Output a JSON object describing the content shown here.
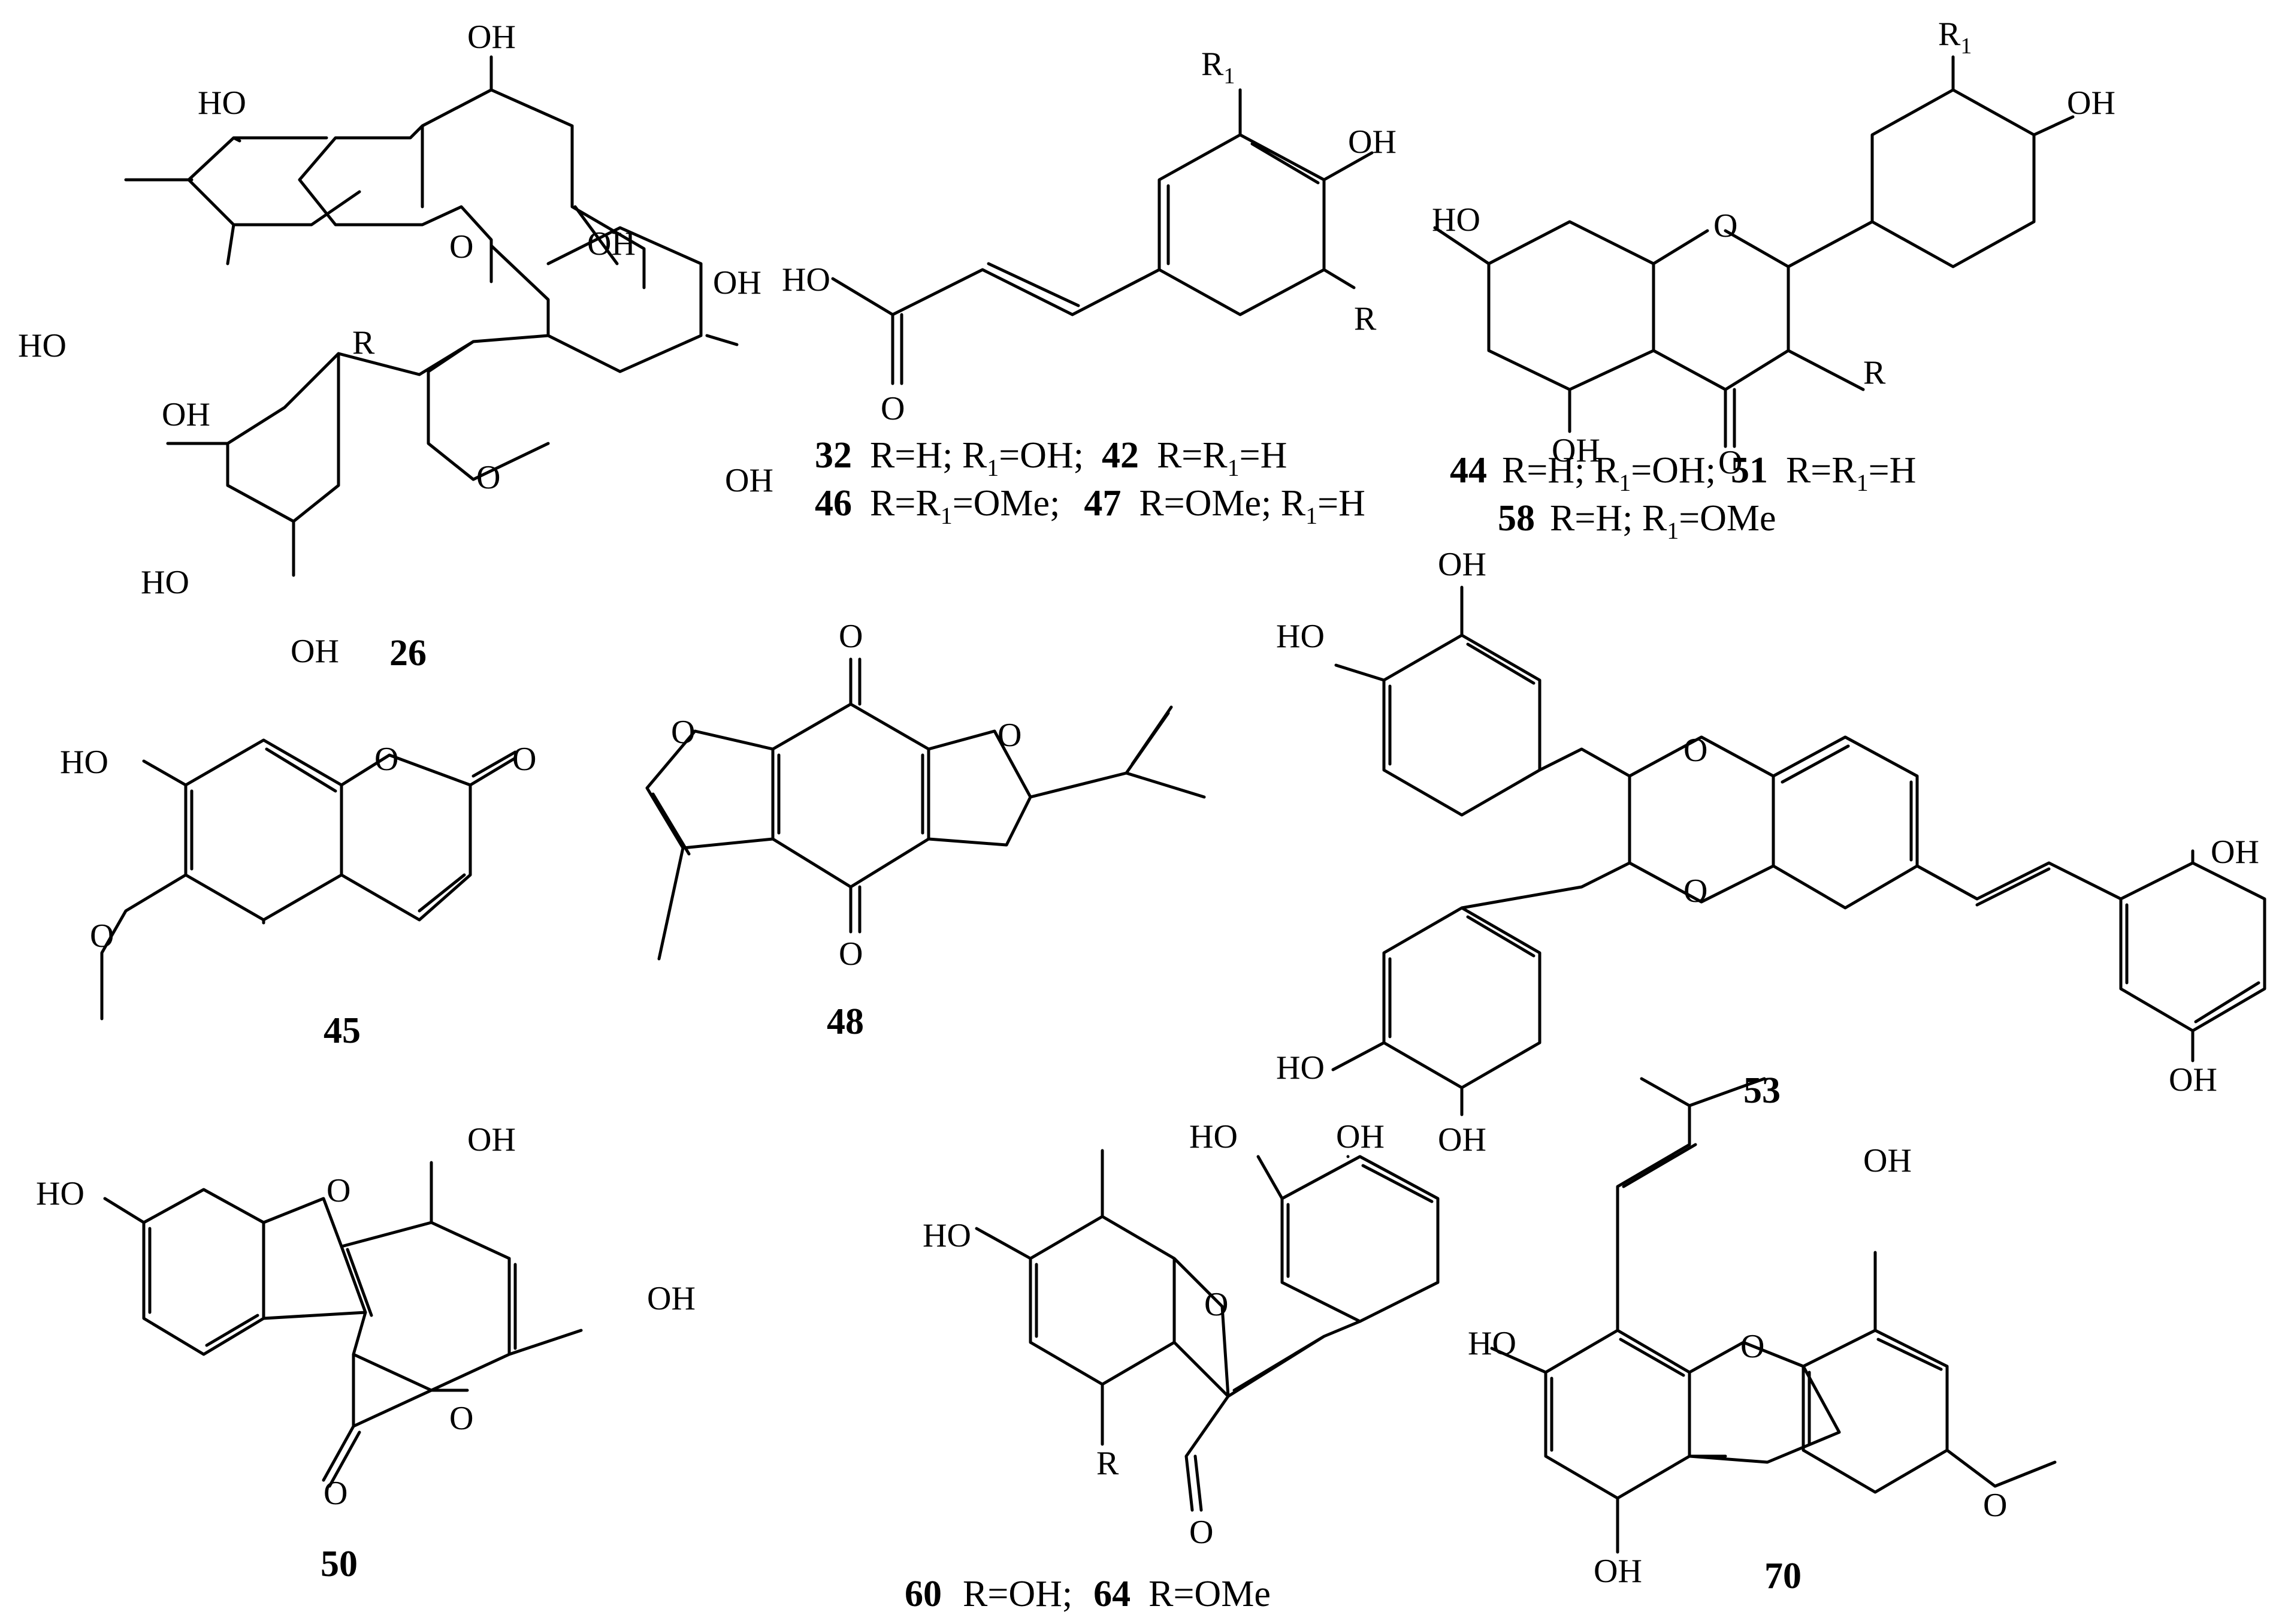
{
  "compounds": {
    "c26": {
      "id": "26",
      "atoms": {
        "oh_top": "OH",
        "ho_left": "HO",
        "oh_mid": "OH",
        "oh_r": "OH",
        "ho_ring1a": "HO",
        "oh_ring1b": "OH",
        "r": "R",
        "oh_right": "OH",
        "ho_ring2a": "HO",
        "oh_ring2b": "OH",
        "o1": "O",
        "o2": "O"
      }
    },
    "c32_group": {
      "atoms": {
        "r1": "R",
        "r1_sub": "1",
        "oh": "OH",
        "ho": "HO",
        "o": "O",
        "r": "R"
      },
      "line1": {
        "id_a": "32",
        "text_a1": "R=H; R",
        "text_a_sub": "1",
        "text_a2": "=OH;",
        "id_b": "42",
        "text_b1": "R=R",
        "text_b_sub": "1",
        "text_b2": "=H"
      },
      "line2": {
        "id_a": "46",
        "text_a1": "R=R",
        "text_a_sub": "1",
        "text_a2": "=OMe;",
        "id_b": "47",
        "text_b1": "R=OMe; R",
        "text_b_sub": "1",
        "text_b2": "=H"
      }
    },
    "c44_group": {
      "atoms": {
        "r1": "R",
        "r1_sub": "1",
        "oh": "OH",
        "ho": "HO",
        "o_ring": "O",
        "r": "R",
        "oh_bottom": "OH",
        "o_keto": "O"
      },
      "line1": {
        "id_a": "44",
        "text_a1": "R=H; R",
        "text_a_sub": "1",
        "text_a2": "=OH;",
        "id_b": "51",
        "text_b1": "R=R",
        "text_b_sub": "1",
        "text_b2": "=H"
      },
      "line2": {
        "id_a": "58",
        "text_a1": "R=H; R",
        "text_a_sub": "1",
        "text_a2": "=OMe"
      }
    },
    "c45": {
      "id": "45",
      "atoms": {
        "ho": "HO",
        "o_ring": "O",
        "o_keto": "O",
        "o_meth": "O"
      }
    },
    "c48": {
      "id": "48",
      "atoms": {
        "o_top": "O",
        "o_furan": "O",
        "o_dihydro": "O",
        "o_bottom": "O"
      }
    },
    "c53": {
      "id": "53",
      "atoms": {
        "oh_top": "OH",
        "ho_top": "HO",
        "o1": "O",
        "o2": "O",
        "ho_bottom": "HO",
        "oh_bottom": "OH",
        "oh_right1": "OH",
        "oh_right2": "OH"
      }
    },
    "c50": {
      "id": "50",
      "atoms": {
        "ho": "HO",
        "oh_top": "OH",
        "o_furan": "O",
        "oh_right": "OH",
        "o_lactone": "O",
        "o_keto": "O"
      }
    },
    "c60_group": {
      "atoms": {
        "ho_cat": "HO",
        "oh_cat": "OH",
        "ho": "HO",
        "o_ring": "O",
        "o_keto": "O",
        "r": "R"
      },
      "line1": {
        "id_a": "60",
        "text_a1": "R=OH;",
        "id_b": "64",
        "text_b1": "R=OMe"
      }
    },
    "c70": {
      "id": "70",
      "atoms": {
        "oh_top": "OH",
        "ho": "HO",
        "o_ring": "O",
        "o_meth": "O",
        "oh_bottom": "OH"
      }
    }
  }
}
